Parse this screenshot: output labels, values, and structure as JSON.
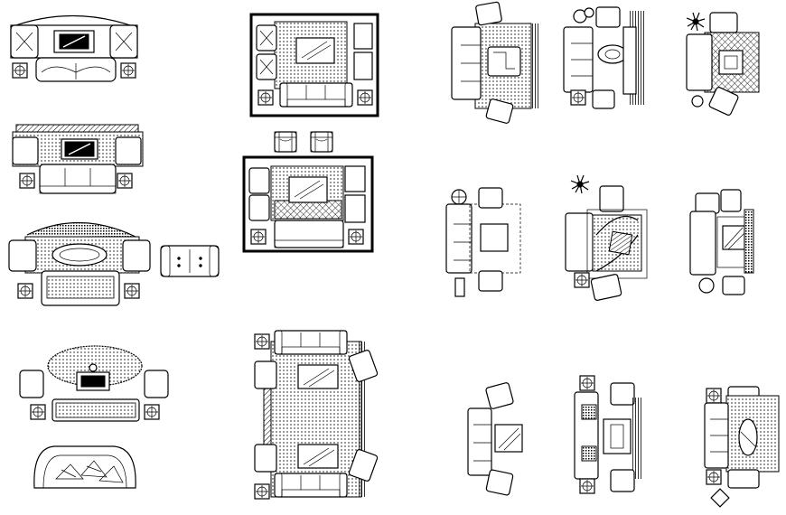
{
  "drawing": {
    "kind": "CAD furniture plan blocks",
    "colors": {
      "background": "#ffffff",
      "line": "#000000"
    },
    "groups": [
      {
        "id": "living-set-sofa-table-top-left"
      },
      {
        "id": "living-set-rug-table-left"
      },
      {
        "id": "living-set-oval-rug"
      },
      {
        "id": "loveseat-standalone"
      },
      {
        "id": "living-set-oval-table-cushions"
      },
      {
        "id": "curved-sofa-pillows"
      },
      {
        "id": "room-plan-framed-1"
      },
      {
        "id": "room-plan-framed-2-with-chairs"
      },
      {
        "id": "large-room-two-tables"
      },
      {
        "id": "set-rug-chair-right-1"
      },
      {
        "id": "set-round-table-right-2"
      },
      {
        "id": "set-plant-rug-right-3"
      },
      {
        "id": "set-square-table-right-4"
      },
      {
        "id": "set-angled-rug-right-5"
      },
      {
        "id": "set-fireplace-right-6"
      },
      {
        "id": "set-sofa-square-table-right-7"
      },
      {
        "id": "set-patterned-table-right-8"
      },
      {
        "id": "set-oval-table-rug-right-9"
      }
    ]
  }
}
